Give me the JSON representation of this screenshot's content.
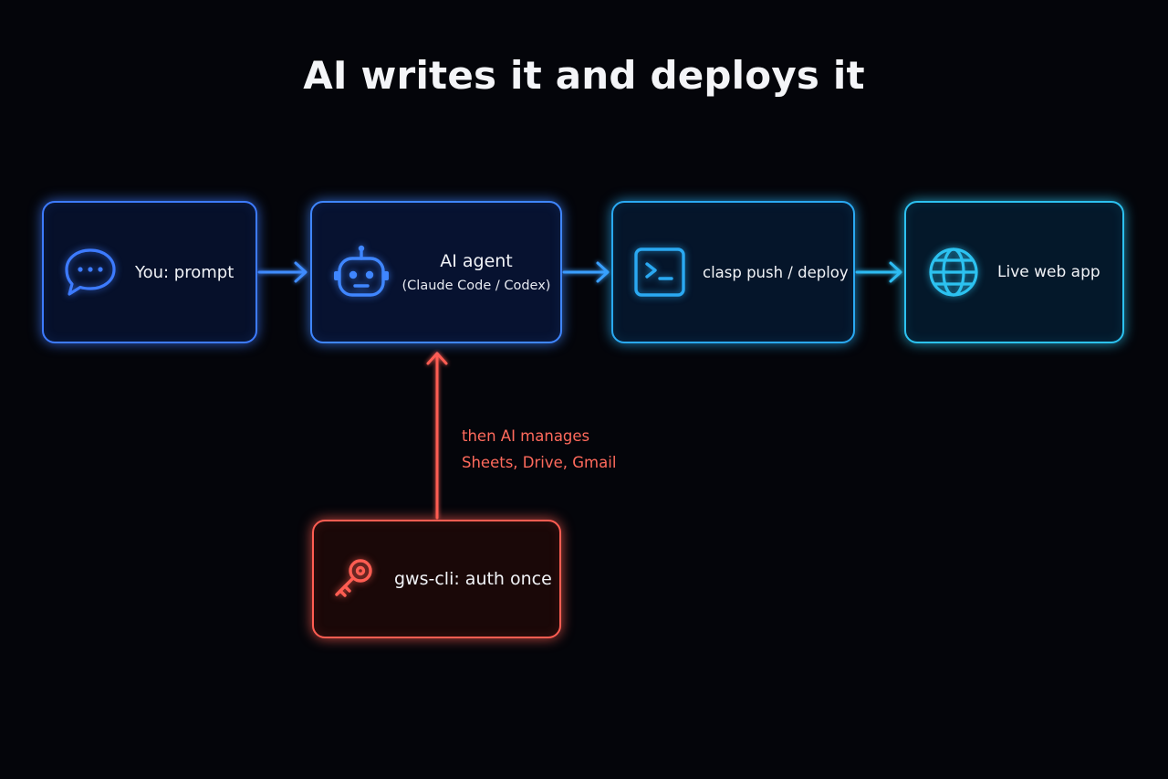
{
  "title": "AI writes it and deploys it",
  "colors": {
    "background": "#04050a",
    "prompt": "#3d7bff",
    "agent": "#3f86ff",
    "clasp": "#2aa9f2",
    "live": "#2cc2f0",
    "auth": "#ff5d52"
  },
  "nodes": {
    "prompt": {
      "icon": "chat-bubble-icon",
      "label": "You: prompt"
    },
    "agent": {
      "icon": "robot-icon",
      "label": "AI agent",
      "sublabel": "(Claude Code / Codex)"
    },
    "clasp": {
      "icon": "terminal-icon",
      "label": "clasp push / deploy"
    },
    "live": {
      "icon": "globe-icon",
      "label": "Live web app"
    },
    "gws": {
      "icon": "key-icon",
      "label": "gws-cli: auth once"
    }
  },
  "edges": [
    {
      "from": "prompt",
      "to": "agent"
    },
    {
      "from": "agent",
      "to": "clasp"
    },
    {
      "from": "clasp",
      "to": "live"
    },
    {
      "from": "gws",
      "to": "agent"
    }
  ],
  "annotation": {
    "line1": "then AI manages",
    "line2": "Sheets, Drive, Gmail"
  }
}
